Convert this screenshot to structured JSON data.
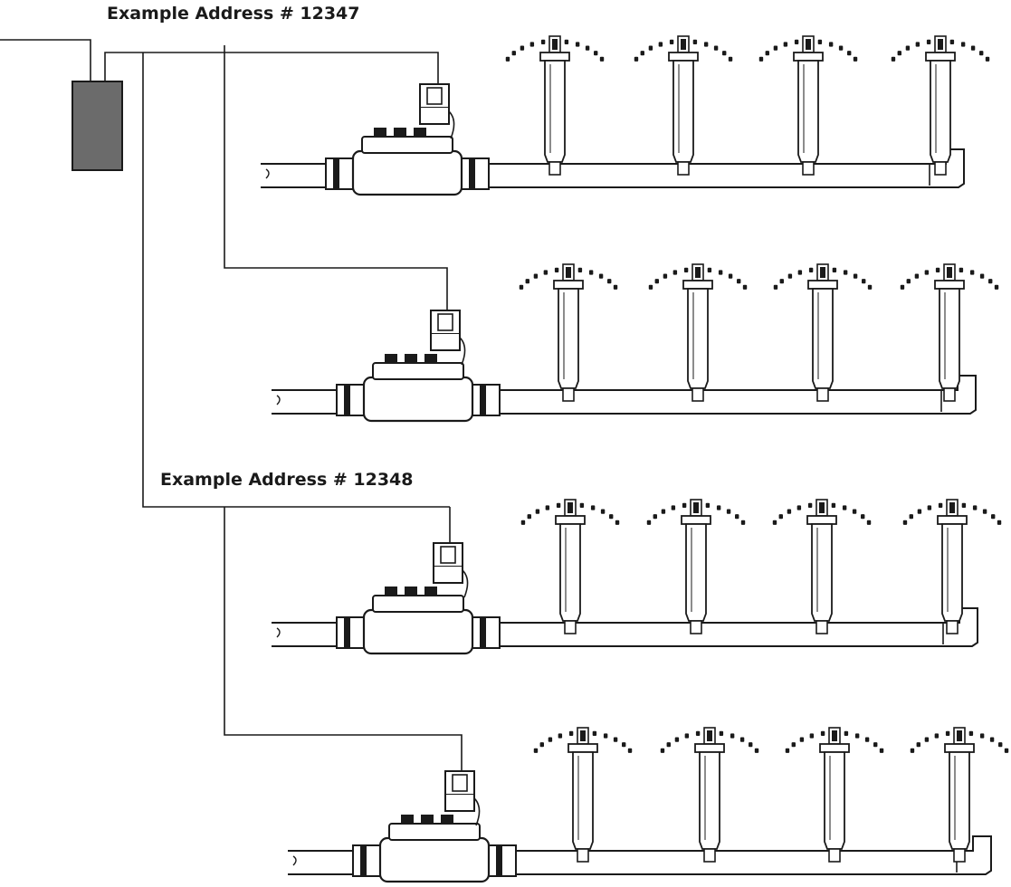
{
  "labels": {
    "address_a": "Example Address # 12347",
    "address_b": "Example Address # 12348"
  },
  "colors": {
    "line": "#1a1a1a",
    "decoder_box": "#6b6b6b",
    "background": "#ffffff"
  },
  "zones": [
    {
      "address_label": "address_a",
      "sprinkler_count": 4
    },
    {
      "address_label": "",
      "sprinkler_count": 4
    },
    {
      "address_label": "address_b",
      "sprinkler_count": 4
    },
    {
      "address_label": "",
      "sprinkler_count": 4
    }
  ]
}
